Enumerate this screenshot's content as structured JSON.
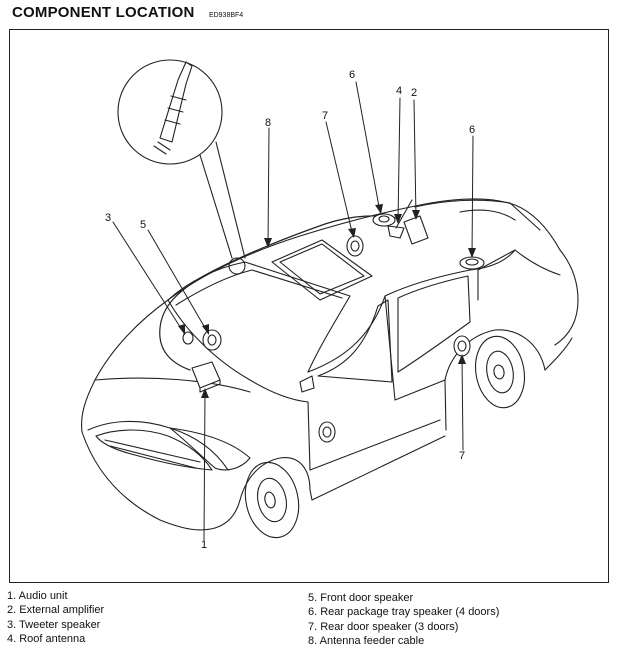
{
  "header": {
    "title": "COMPONENT LOCATION",
    "code": "ED938BF4"
  },
  "callouts": [
    "1",
    "2",
    "3",
    "4",
    "5",
    "6",
    "6",
    "7",
    "7",
    "8"
  ],
  "legend": {
    "left": [
      "1. Audio unit",
      "2. External amplifier",
      "3. Tweeter speaker",
      "4. Roof antenna"
    ],
    "right": [
      "5. Front door speaker",
      "6. Rear package tray speaker (4 doors)",
      "7. Rear door speaker (3 doors)",
      "8. Antenna feeder cable"
    ]
  }
}
